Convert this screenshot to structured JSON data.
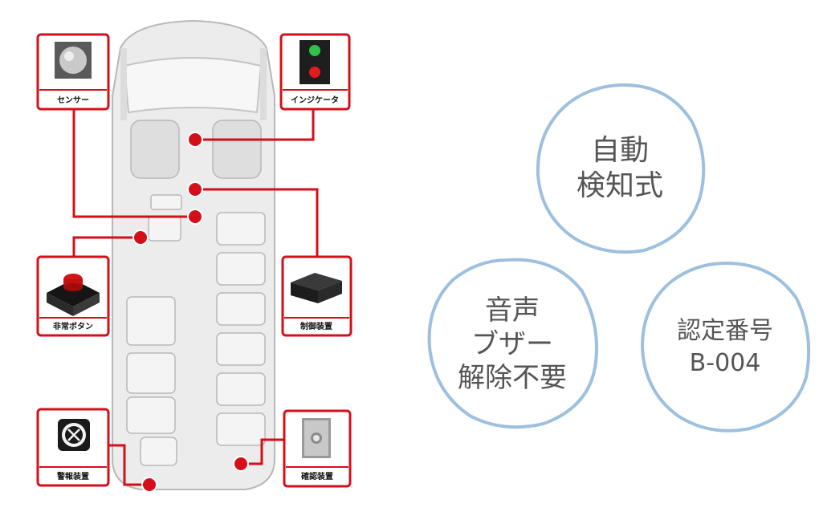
{
  "diagram": {
    "components": {
      "sensor": "センサー",
      "indicator": "インジケータ",
      "emergency_button": "非常ボタン",
      "control_unit": "制御装置",
      "alarm_device": "警報装置",
      "confirm_device": "確認装置"
    }
  },
  "features": [
    {
      "lines": [
        "自動",
        "検知式"
      ]
    },
    {
      "lines": [
        "音声",
        "ブザー",
        "解除不要"
      ]
    },
    {
      "lines": [
        "認定番号",
        "B-004"
      ]
    }
  ],
  "colors": {
    "callout_red": "#d40f1a",
    "circle_outline": "#9dc0df",
    "feature_text": "#555555",
    "vehicle_gray": "#d8d8d8"
  }
}
